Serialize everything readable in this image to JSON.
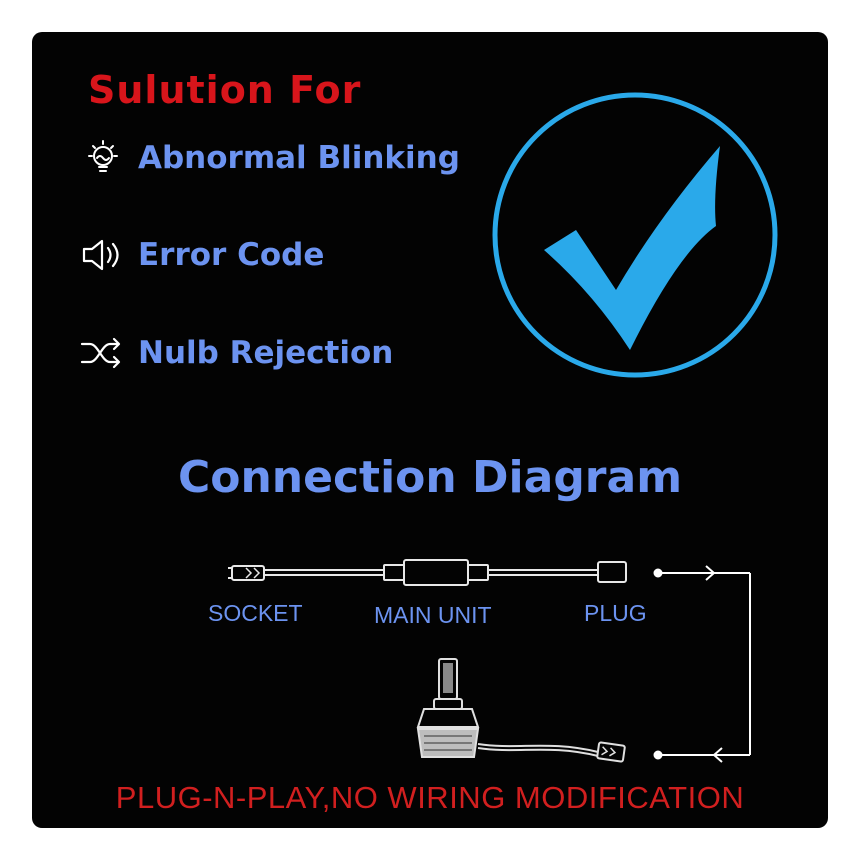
{
  "headline": "Sulution For",
  "features": [
    {
      "label": "Abnormal Blinking",
      "icon": "lightbulb-icon"
    },
    {
      "label": "Error Code",
      "icon": "speaker-icon"
    },
    {
      "label": "Nulb Rejection",
      "icon": "shuffle-icon"
    }
  ],
  "badge_icon": "checkmark-icon",
  "diagram": {
    "title": "Connection Diagram",
    "labels": {
      "socket": "SOCKET",
      "main_unit": "MAIN UNIT",
      "plug": "PLUG"
    },
    "bulb_icon": "led-headlight-bulb-icon"
  },
  "footer": "PLUG-N-PLAY,NO WIRING MODIFICATION",
  "colors": {
    "background": "#030303",
    "accent_blue": "#6c93f0",
    "check_blue": "#2aa9ea",
    "headline_red": "#d8151b"
  }
}
